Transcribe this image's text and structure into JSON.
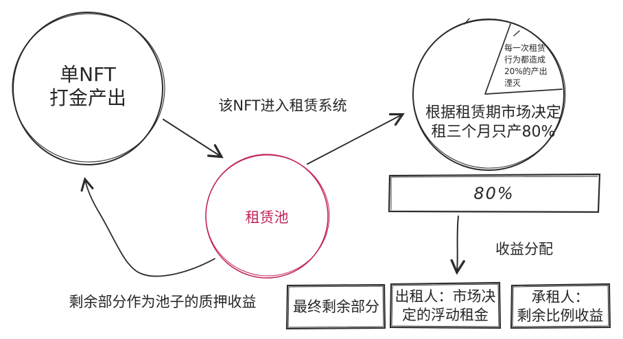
{
  "colors": {
    "ink": "#2b2b2b",
    "accent": "#c2255c",
    "background": "#ffffff"
  },
  "diagram": {
    "nft_circle": {
      "lines": [
        "单NFT",
        "打金产出"
      ]
    },
    "enter_arrow_label": "该NFT进入租赁系统",
    "rental_pool_circle": {
      "label": "租赁池"
    },
    "pie_chart": {
      "type": "pie",
      "values": {
        "output_percent": 80,
        "annihilated_percent": 20
      },
      "slice_note_lines": [
        "每一次租赁",
        "行为都造成",
        "20%的产出",
        "湮灭"
      ],
      "caption_lines": [
        "根据租赁期市场决定",
        "租三个月只产80%"
      ]
    },
    "output_bar": {
      "label": "80%"
    },
    "distribution_arrow_label": "收益分配",
    "result_boxes": [
      {
        "lines": [
          "最终剩余部分"
        ]
      },
      {
        "lines": [
          "出租人：市场决",
          "定的浮动租金"
        ]
      },
      {
        "lines": [
          "承租人：",
          "剩余比例收益"
        ]
      }
    ],
    "stake_note": "剩余部分作为池子的质押收益"
  }
}
